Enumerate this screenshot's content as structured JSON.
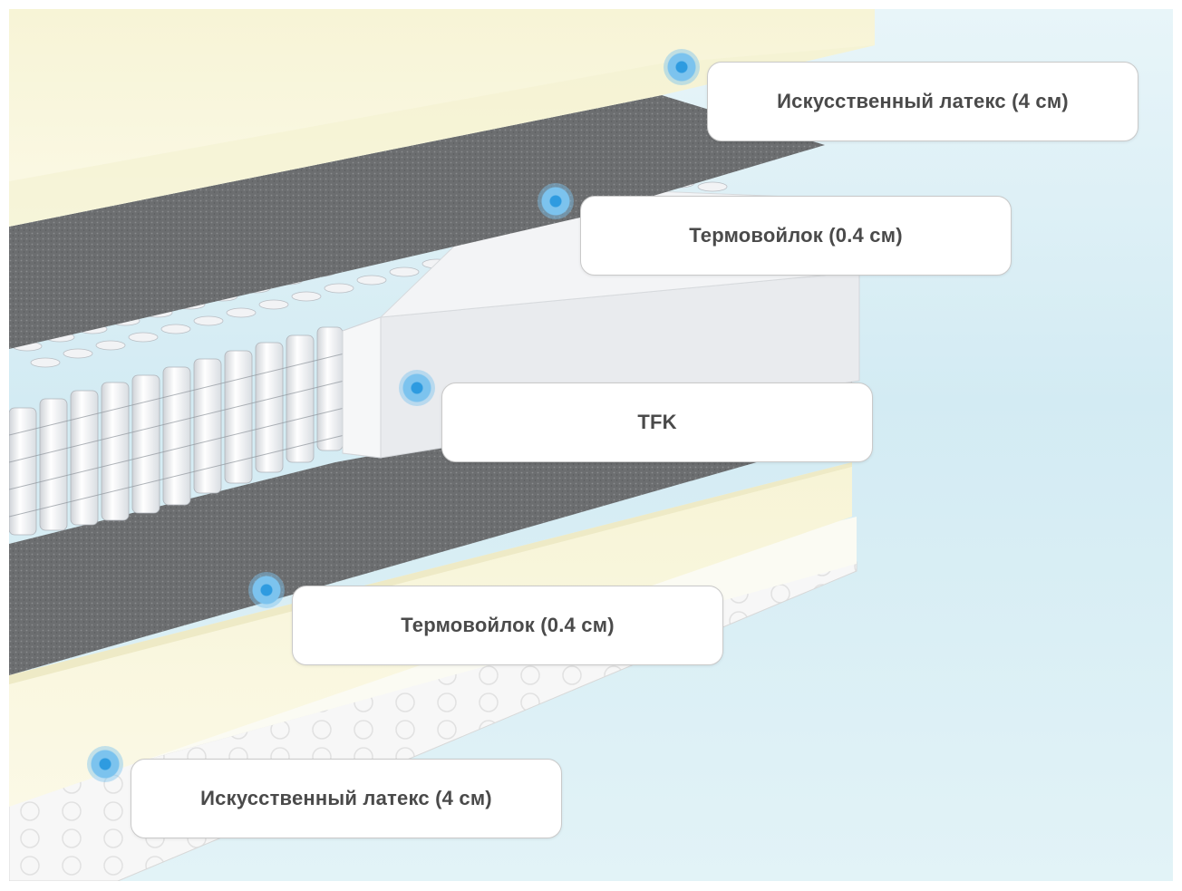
{
  "diagram": {
    "layers": [
      {
        "id": "top-latex",
        "label": "Искусственный латекс (4 см)"
      },
      {
        "id": "top-felt",
        "label": "Термовойлок (0.4 см)"
      },
      {
        "id": "spring-block",
        "label": "TFK"
      },
      {
        "id": "bottom-felt",
        "label": "Термовойлок (0.4 см)"
      },
      {
        "id": "bottom-latex",
        "label": "Искусственный латекс (4 см)"
      }
    ]
  },
  "colors": {
    "latex": "#f8f6dc",
    "felt": "#6e7072",
    "foam_border": "#ebecee",
    "cover": "#fafafa",
    "marker": "#2e9be0",
    "label_text": "#4a4a4a",
    "background": "#d9eef5"
  }
}
